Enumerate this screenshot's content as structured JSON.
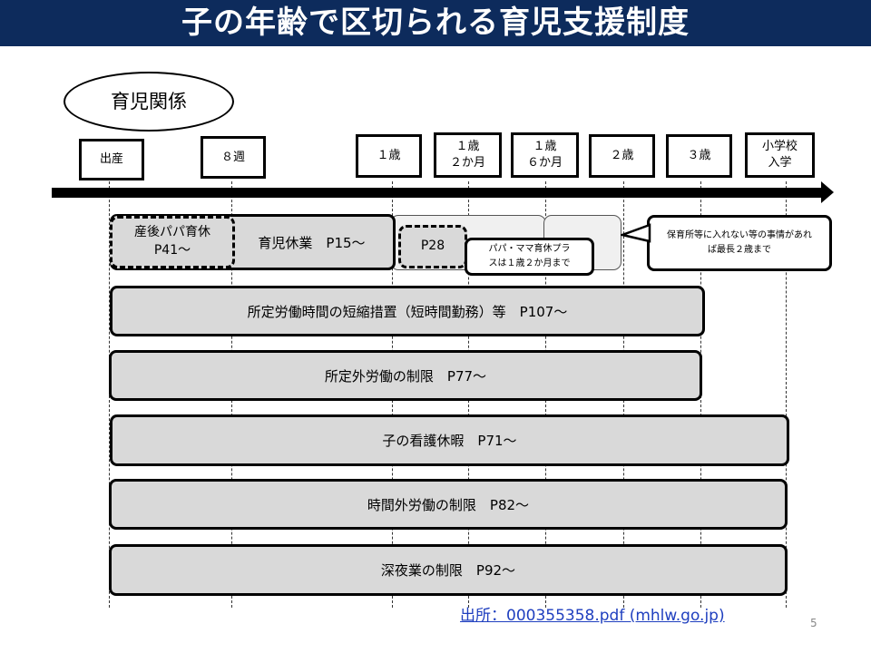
{
  "title": "子の年齢で区切られる育児支援制度",
  "category_label": "育児関係",
  "milestones": [
    "出産",
    "８週",
    "１歳",
    "１歳\n２か月",
    "１歳\n６か月",
    "２歳",
    "３歳",
    "小学校\n入学"
  ],
  "bars": {
    "paternity": "産後パパ育休\nP41～",
    "childcare_leave": "育児休業　P15～",
    "p28": "P28",
    "papa_mama_callout": "パパ・ママ育休プラ\nスは１歳２か月まで",
    "nursery_callout": "保育所等に入れない等の事情があれ\nば最長２歳まで",
    "short_hours": "所定労働時間の短縮措置（短時間勤務）等　P107～",
    "overtime_limit": "所定外労働の制限　P77～",
    "nursing_leave": "子の看護休暇　P71～",
    "extra_hours_limit": "時間外労働の制限　P82～",
    "night_work_limit": "深夜業の制限　P92～"
  },
  "source_link": "出所：000355358.pdf (mhlw.go.jp)",
  "page_number": "5"
}
